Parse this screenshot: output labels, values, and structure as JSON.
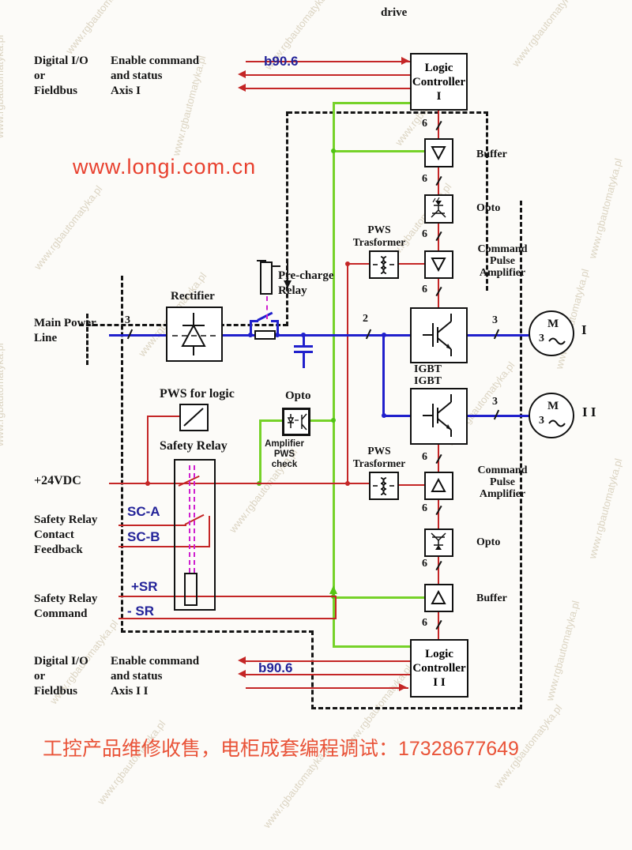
{
  "header": {
    "drive": "drive"
  },
  "watermark": {
    "site": "www.longi.com.cn",
    "repeat": "www.rgbautomatyka.pl"
  },
  "footer": {
    "ad": "工控产品维修收售，电柜成套编程调试：17328677649"
  },
  "io": {
    "digital": "Digital I/O\nor\nFieldbus",
    "enable1": "Enable command\nand status\nAxis I",
    "enable2": "Enable command\nand status\nAxis I I",
    "b906": "b90.6"
  },
  "power": {
    "main": "Main Power\nLine",
    "v24": "+24VDC"
  },
  "safety": {
    "contact_feedback": "Safety Relay\nContact\nFeedback",
    "command": "Safety Relay\nCommand",
    "sc_a": "SC-A",
    "sc_b": "SC-B",
    "sr_plus": "+SR",
    "sr_minus": "- SR",
    "relay_title": "Safety Relay",
    "pws_logic": "PWS for logic",
    "amp_check": "Amplifier\nPWS\ncheck",
    "opto": "Opto"
  },
  "blocks": {
    "logic1": "Logic\nController\nI",
    "logic2": "Logic\nController\nI I",
    "rectifier": "Rectifier",
    "precharge": "Pre-charge\nRelay",
    "pws_trasformer": "PWS\nTrasformer",
    "buffer": "Buffer",
    "opto": "Opto",
    "cpa": "Command\nPulse\nAmplifier",
    "igbt": "IGBT",
    "motor_m": "M",
    "motor_3": "3",
    "motor1": "I",
    "motor2": "I I"
  },
  "markers": {
    "bus6": "6",
    "bus3": "3",
    "bus2": "2"
  }
}
